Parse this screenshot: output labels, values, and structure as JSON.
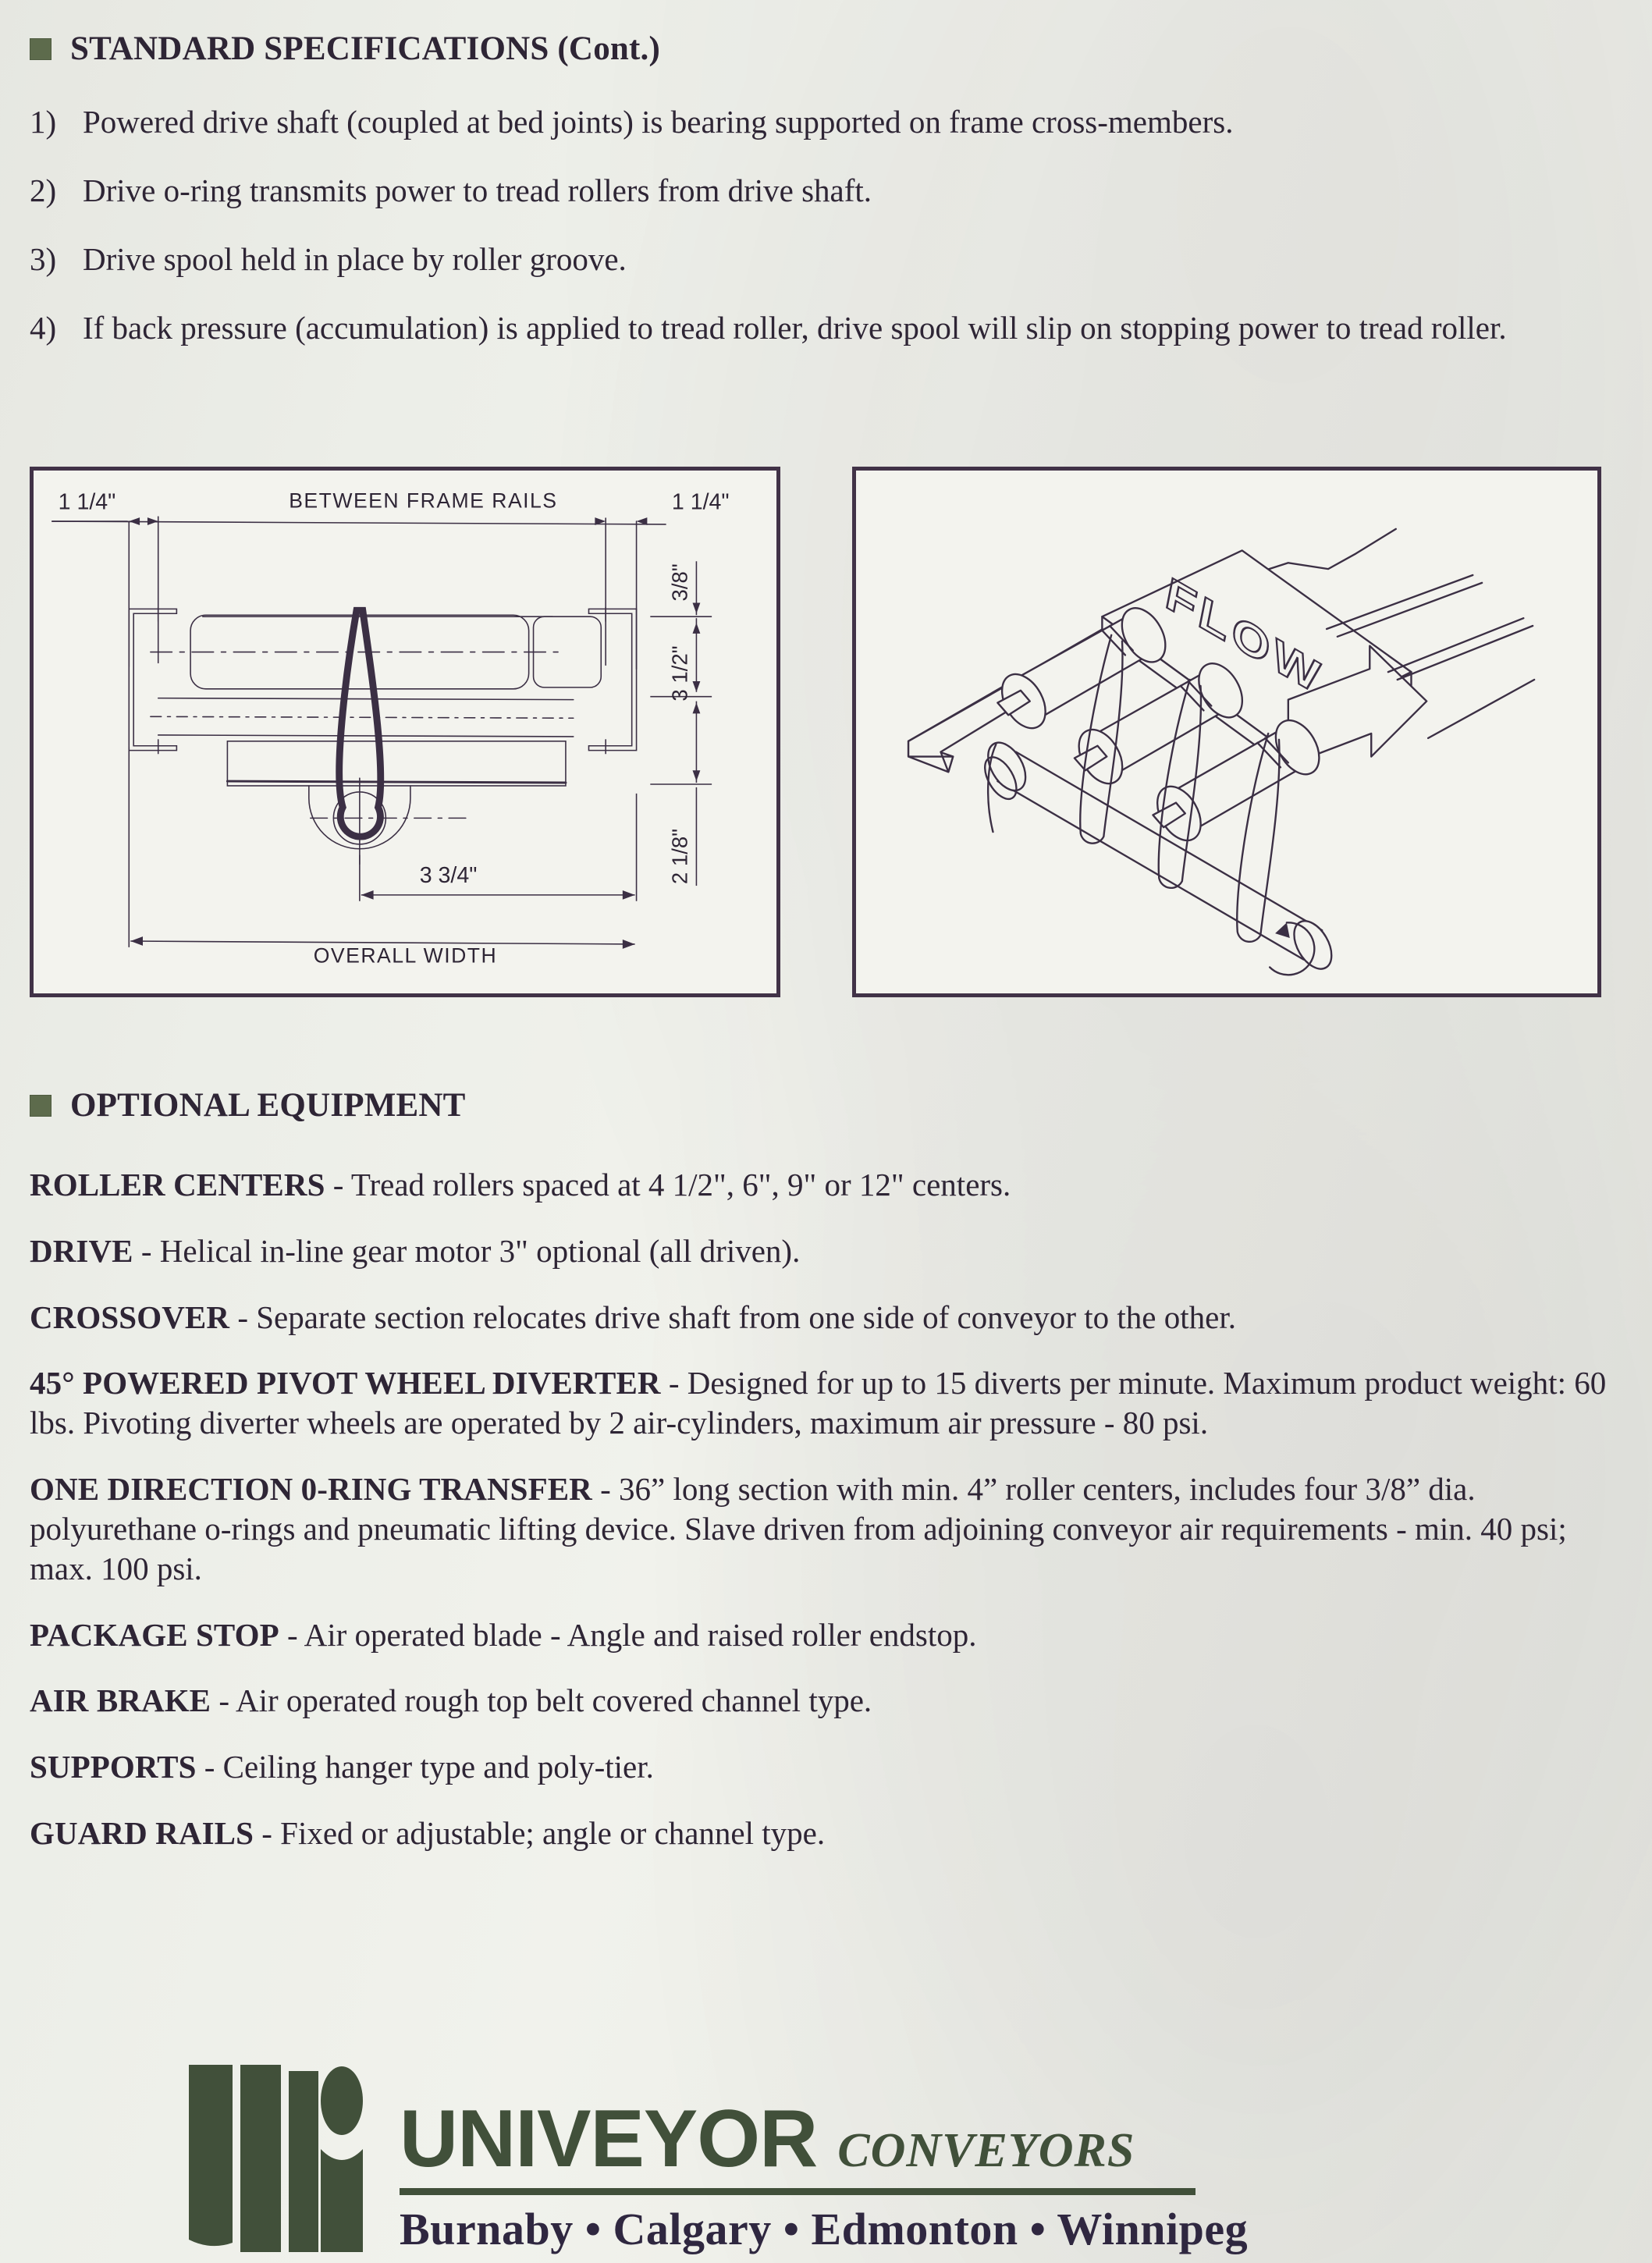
{
  "sections": {
    "standard_specs": {
      "bullet": "green-square-bullet",
      "title": "STANDARD SPECIFICATIONS (Cont.)",
      "items": [
        {
          "num": "1)",
          "text": "Powered drive shaft (coupled at bed joints) is bearing supported on frame cross-members."
        },
        {
          "num": "2)",
          "text": "Drive o-ring transmits power to tread rollers from drive shaft."
        },
        {
          "num": "3)",
          "text": "Drive spool held in place by roller groove."
        },
        {
          "num": "4)",
          "text": "If back pressure (accumulation) is applied to tread roller, drive spool will slip on stopping power to tread roller."
        }
      ]
    },
    "optional_equipment": {
      "bullet": "green-square-bullet",
      "title": "OPTIONAL EQUIPMENT",
      "entries": [
        {
          "term": "ROLLER CENTERS",
          "desc": " - Tread rollers spaced at 4 1/2\", 6\", 9\" or 12\" centers."
        },
        {
          "term": "DRIVE",
          "desc": " - Helical in-line gear motor 3\" optional (all driven)."
        },
        {
          "term": "CROSSOVER",
          "desc": " - Separate section relocates drive shaft from one side of conveyor to the other."
        },
        {
          "term": "45° POWERED PIVOT WHEEL DIVERTER",
          "desc": " - Designed for up to 15 diverts per minute. Maximum product weight: 60 lbs. Pivoting diverter wheels are operated by 2 air-cylinders, maximum air pressure - 80 psi."
        },
        {
          "term": "ONE DIRECTION 0-RING TRANSFER",
          "desc": " - 36” long section with min. 4” roller centers, includes four 3/8” dia. polyurethane o-rings and pneumatic lifting device. Slave driven from adjoining conveyor air requirements - min. 40 psi; max. 100 psi."
        },
        {
          "term": "PACKAGE STOP",
          "desc": " - Air operated blade - Angle and raised roller endstop."
        },
        {
          "term": "AIR BRAKE",
          "desc": " - Air operated rough top belt covered channel type."
        },
        {
          "term": "SUPPORTS",
          "desc": " - Ceiling hanger type and poly-tier."
        },
        {
          "term": "GUARD RAILS",
          "desc": "  - Fixed or adjustable; angle or channel type."
        }
      ]
    }
  },
  "figures": {
    "cross_section": {
      "name": "conveyor-cross-section-drawing",
      "labels": {
        "left_edge": "1 1/4\"",
        "right_edge": "1 1/4\"",
        "between_frame_rails": "BETWEEN  FRAME  RAILS",
        "overall_width": "OVERALL  WIDTH",
        "height_top": "3/8\"",
        "height_mid": "3 1/2\"",
        "height_bottom": "2 1/8\"",
        "spool_offset": "3 3/4\""
      }
    },
    "isometric": {
      "name": "o-ring-drive-isometric-drawing",
      "labels": {
        "flow": "FLOW"
      }
    }
  },
  "footer": {
    "logo_mark": "univeyor-logo-mark",
    "brand": "UNIVEYOR",
    "brand_sub": "CONVEYORS",
    "cities": "Burnaby • Calgary • Edmonton • Winnipeg"
  },
  "colors": {
    "brand_green": "#41503a",
    "bullet_green": "#5d6b4c",
    "ink": "#2e2535",
    "paper": "#eceee8",
    "figure_border": "#413247"
  }
}
